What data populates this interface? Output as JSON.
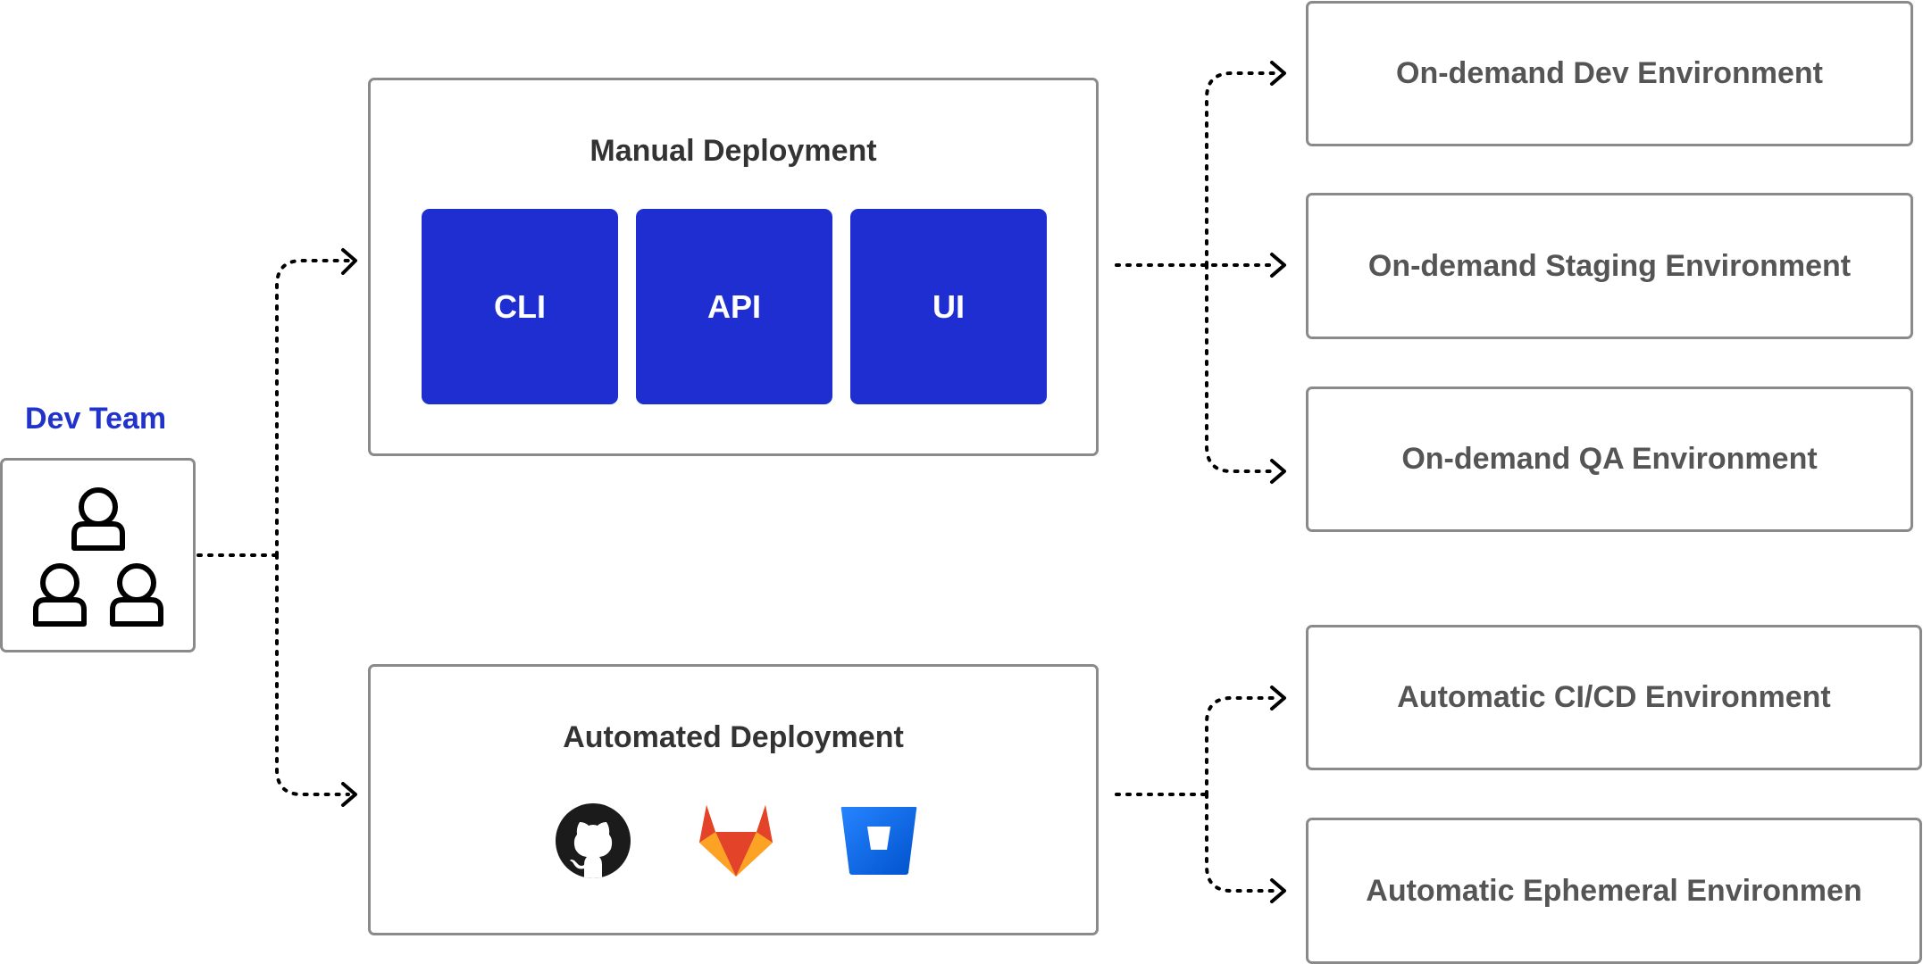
{
  "dev_team": {
    "label": "Dev Team",
    "icon": "users-group-icon"
  },
  "manual": {
    "title": "Manual Deployment",
    "tiles": [
      "CLI",
      "API",
      "UI"
    ],
    "tile_color": "#1f2ed1"
  },
  "automated": {
    "title": "Automated Deployment",
    "logos": [
      "github-icon",
      "gitlab-icon",
      "bitbucket-icon"
    ]
  },
  "environments": {
    "manual": [
      "On-demand Dev Environment",
      "On-demand Staging Environment",
      "On-demand QA Environment"
    ],
    "automated": [
      "Automatic CI/CD Environment",
      "Automatic Ephemeral Environmen"
    ]
  },
  "colors": {
    "accent": "#2233cc",
    "border": "#8a8a8a",
    "text": "#333333",
    "connector": "#000000"
  }
}
